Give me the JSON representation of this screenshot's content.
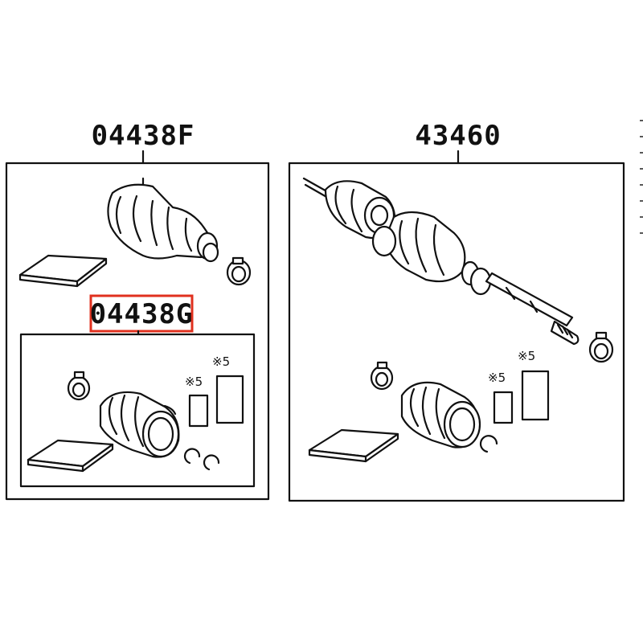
{
  "parts": {
    "left_kit": "04438F",
    "inner_kit": "04438G",
    "shaft": "43460"
  },
  "notes": {
    "ref_a": "※5",
    "ref_b": "※5",
    "ref_c": "※5",
    "ref_d": "※5"
  },
  "colors": {
    "line": "#111111",
    "highlight": "#e0301e",
    "background": "#ffffff"
  }
}
